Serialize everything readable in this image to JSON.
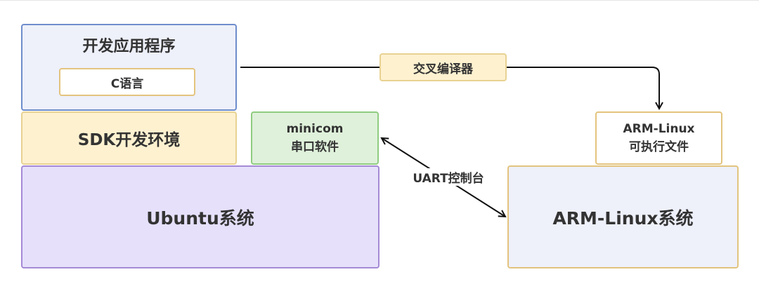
{
  "diagram": {
    "app": {
      "title": "开发应用程序",
      "language": "C语言"
    },
    "sdk": {
      "label": "SDK开发环境"
    },
    "ubuntu": {
      "label": "Ubuntu系统"
    },
    "minicom": {
      "line1": "minicom",
      "line2": "串口软件"
    },
    "cross_compiler": {
      "label": "交叉编译器"
    },
    "executable": {
      "line1": "ARM-Linux",
      "line2": "可执行文件"
    },
    "arm_system": {
      "label": "ARM-Linux系统"
    },
    "uart": {
      "label": "UART控制台"
    }
  }
}
